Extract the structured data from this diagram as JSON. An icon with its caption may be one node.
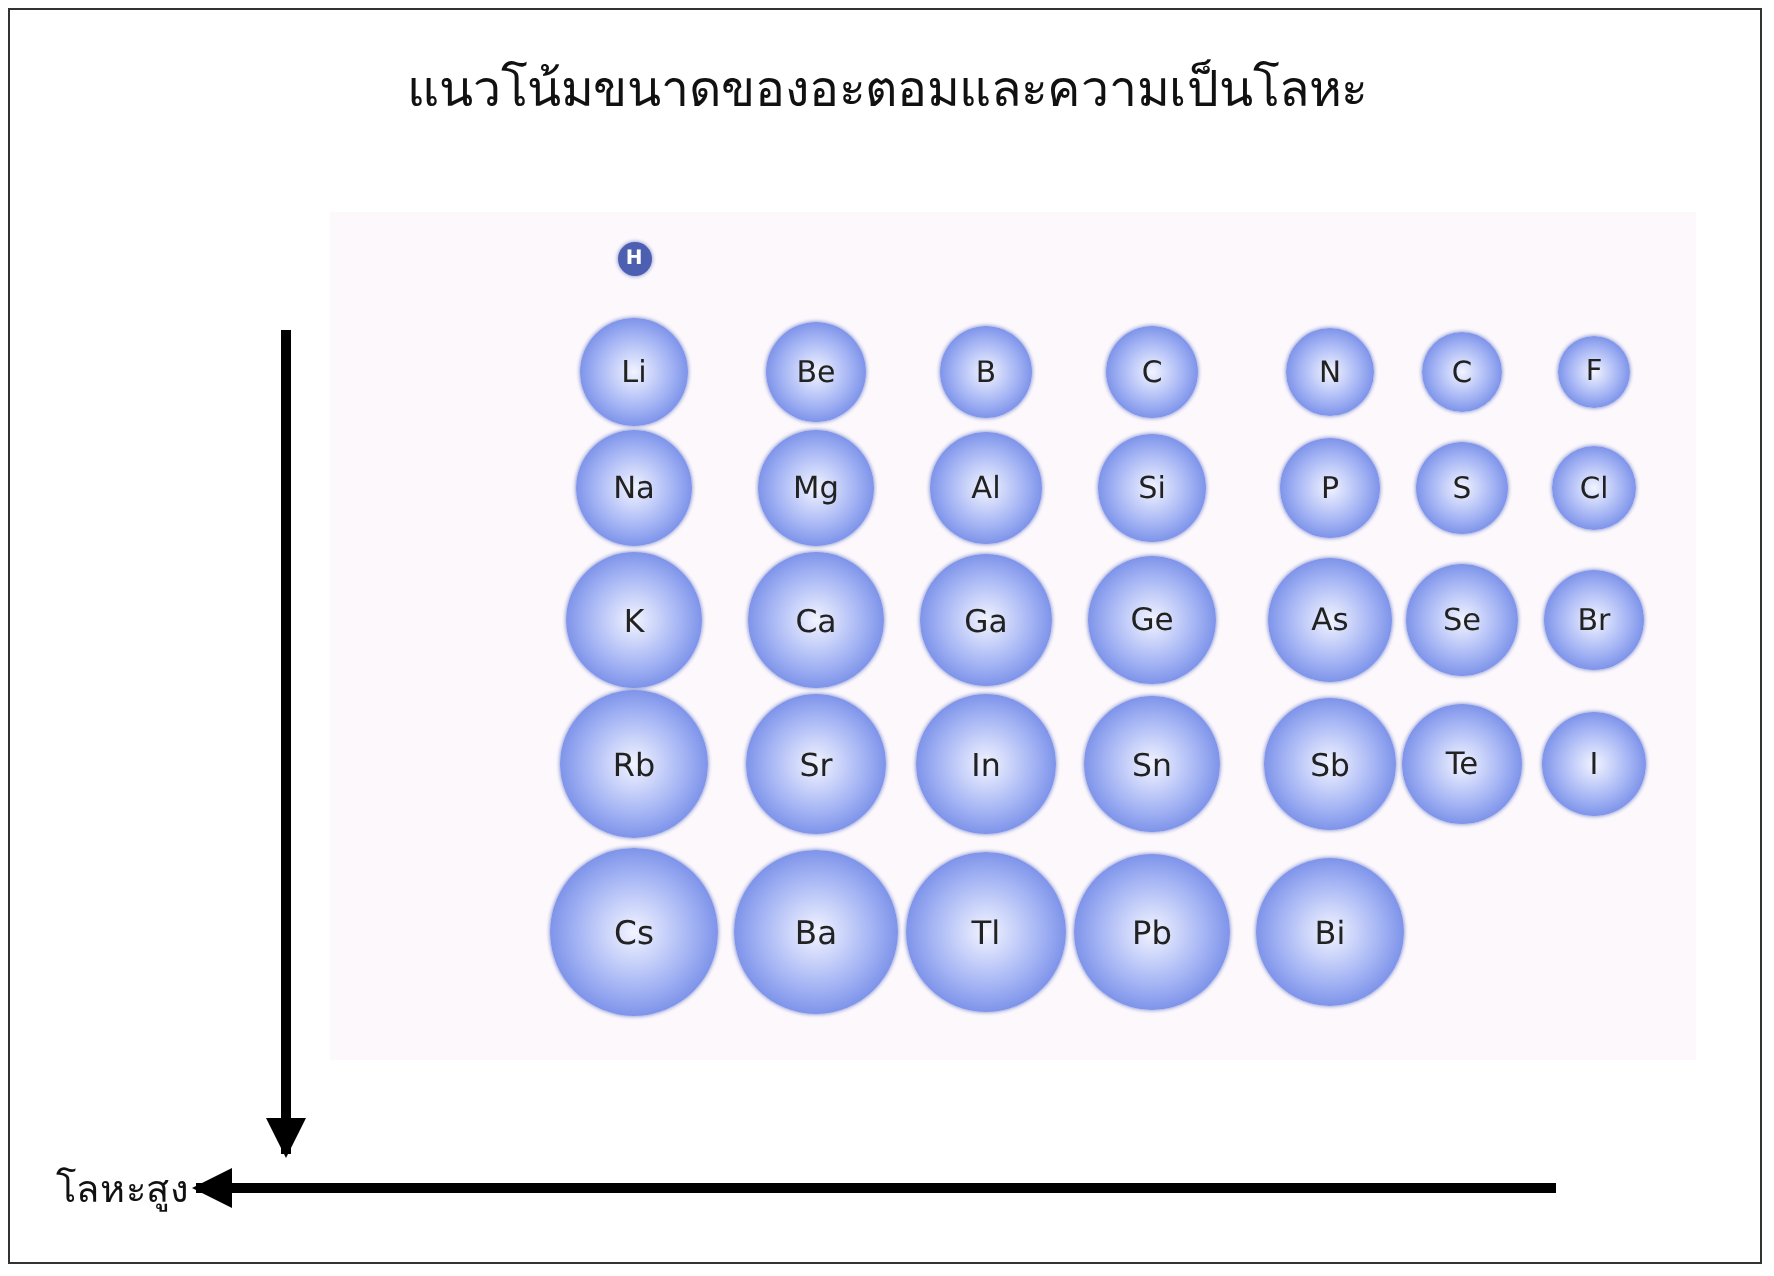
{
  "diagram": {
    "title": "แนวโน้มขนาดของอะตอมและความเป็นโลหะ",
    "nodes": [
      {
        "text": [
          "H"
        ]
      },
      {
        "text": [
          "Li"
        ]
      },
      {
        "text": [
          "Be"
        ]
      },
      {
        "text": [
          "B"
        ]
      },
      {
        "text": [
          "C"
        ]
      },
      {
        "text": [
          "N"
        ]
      },
      {
        "text": [
          "C"
        ]
      },
      {
        "text": [
          "F"
        ]
      },
      {
        "text": [
          "Na"
        ]
      },
      {
        "text": [
          "Mg"
        ]
      },
      {
        "text": [
          "Al"
        ]
      },
      {
        "text": [
          "Si"
        ]
      },
      {
        "text": [
          "P"
        ]
      },
      {
        "text": [
          "S"
        ]
      },
      {
        "text": [
          "Cl"
        ]
      },
      {
        "text": [
          "K"
        ]
      },
      {
        "text": [
          "Ca"
        ]
      },
      {
        "text": [
          "Ga"
        ]
      },
      {
        "text": [
          "Ge"
        ]
      },
      {
        "text": [
          "As"
        ]
      },
      {
        "text": [
          "Se"
        ]
      },
      {
        "text": [
          "Br"
        ]
      },
      {
        "text": [
          "Rb"
        ]
      },
      {
        "text": [
          "Sr"
        ]
      },
      {
        "text": [
          "In"
        ]
      },
      {
        "text": [
          "Sn"
        ]
      },
      {
        "text": [
          "Sb"
        ]
      },
      {
        "text": [
          "Te"
        ]
      },
      {
        "text": [
          "I"
        ]
      },
      {
        "text": [
          "Cs"
        ]
      },
      {
        "text": [
          "Ba"
        ]
      },
      {
        "text": [
          "Tl"
        ]
      },
      {
        "text": [
          "Pb"
        ]
      },
      {
        "text": [
          "Bi"
        ]
      },
      {
        "text": [
          "โลหะสูง"
        ]
      }
    ],
    "edges": [
      {
        "from": null,
        "to": 34,
        "arrow": "to"
      },
      {
        "from": null,
        "to": 34,
        "arrow": "to"
      }
    ]
  }
}
